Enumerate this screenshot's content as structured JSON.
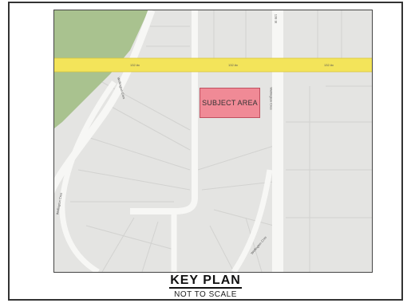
{
  "map": {
    "subject_label": "SUBJECT AREA",
    "street_labels": {
      "avenue_west": "132 Av",
      "avenue_center": "132 Av",
      "avenue_east": "132 Av",
      "north_south_top": "138 St",
      "curve_street_west": "Wellington Cres",
      "curve_street_southwest": "Wellington Cres",
      "north_south_street": "Wellington Cres",
      "north_south_bottom": "Wellington Cres"
    },
    "colors": {
      "background": "#e4e4e2",
      "park": "#a9c28f",
      "highlighted_road": "#f3e45a",
      "subject_fill": "#f08a96",
      "roads": "#f7f7f5"
    }
  },
  "caption": {
    "title": "KEY PLAN",
    "subtitle": "NOT TO SCALE"
  }
}
